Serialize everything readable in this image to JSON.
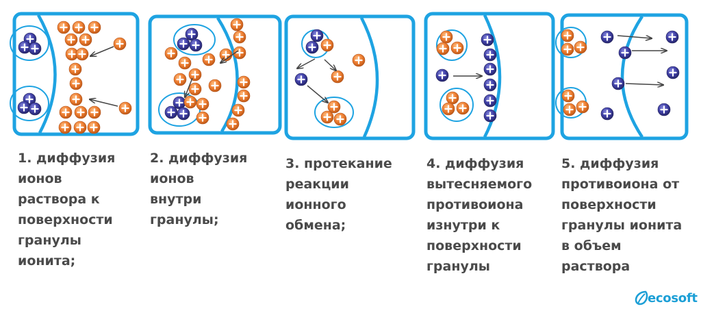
{
  "stages": [
    {
      "caption": "1. диффузия\nионов\nраствора к\nповерхности\nгранулы\nионита;"
    },
    {
      "caption": "2. диффузия\nионов\nвнутри\nгранулы;"
    },
    {
      "caption": "3. протекание\nреакции\nионного\nобмена;"
    },
    {
      "caption": "4. диффузия\nвытесняемого\nпротивоиона\nизнутри к\nповерхности\nгранулы"
    },
    {
      "caption": "5. диффузия\nпротивоиона от\nповерхности\nгранулы ионита\nв объем\nраствора"
    }
  ],
  "brand": {
    "name": "ecosoft",
    "color": "#1c9fd6"
  },
  "colors": {
    "frame": "#1ea3e2",
    "ion_orange": "#e8772e",
    "ion_blue": "#3a3a9c",
    "arrow": "#444444",
    "caption_text": "#4a4a4a"
  },
  "icons": [
    "cation-plus-icon",
    "arrow-icon",
    "ecosoft-leaf-icon"
  ]
}
